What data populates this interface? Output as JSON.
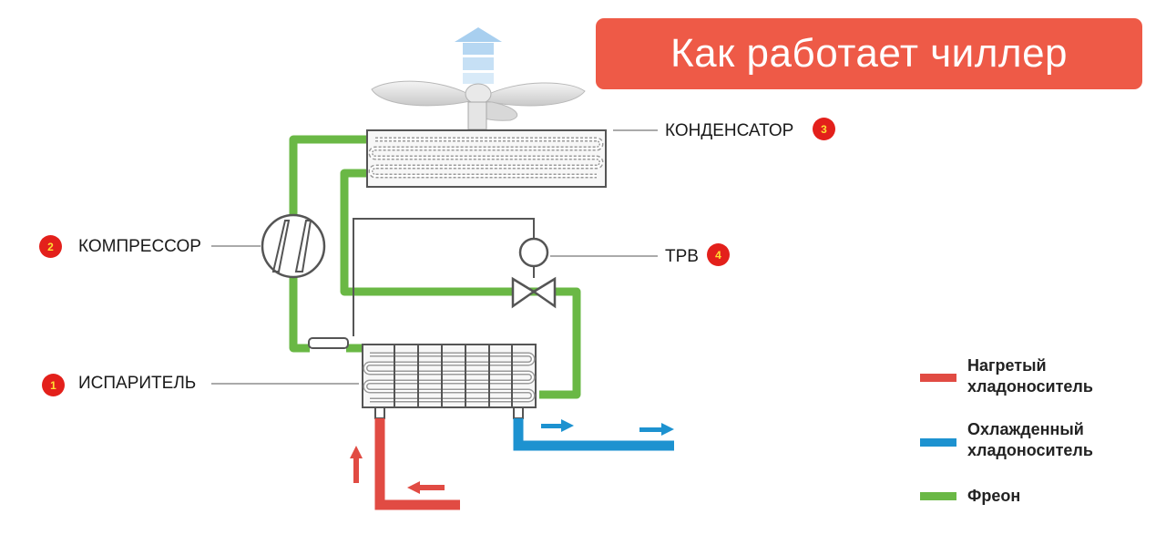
{
  "title": "Как работает чиллер",
  "colors": {
    "banner": "#ee5a47",
    "freon": "#6ab845",
    "hot": "#e14b43",
    "cold": "#1d92d0",
    "badge": "#e3201b",
    "badge_text": "#ffe033",
    "airflow": "#a8cfef"
  },
  "components": {
    "evaporator": {
      "number": "1",
      "label": "ИСПАРИТЕЛЬ"
    },
    "compressor": {
      "number": "2",
      "label": "КОМПРЕССОР"
    },
    "condenser": {
      "number": "3",
      "label": "КОНДЕНСАТОР"
    },
    "expansion_valve": {
      "number": "4",
      "label": "ТРВ"
    }
  },
  "legend": [
    {
      "line1": "Нагретый",
      "line2": "хладоноситель",
      "color": "#e14b43"
    },
    {
      "line1": "Охлажденный",
      "line2": "хладоноситель",
      "color": "#1d92d0"
    },
    {
      "line1": "Фреон",
      "line2": "",
      "color": "#6ab845"
    }
  ]
}
